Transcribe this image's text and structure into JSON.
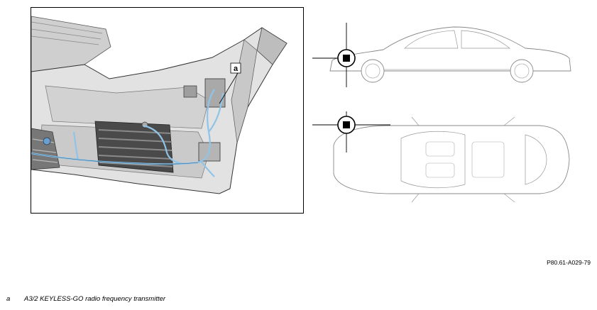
{
  "figure": {
    "callout_letter": "a",
    "code": "P80.61-A029-79"
  },
  "legend": [
    {
      "key": "a",
      "text": "A3/2 KEYLESS-GO radio frequency transmitter"
    }
  ],
  "colors": {
    "harness": "#8fc4e8",
    "line": "#000000",
    "part_fill": "#d9d9d9",
    "part_shade": "#9a9a9a"
  },
  "icons": [
    "location-marker-icon"
  ]
}
